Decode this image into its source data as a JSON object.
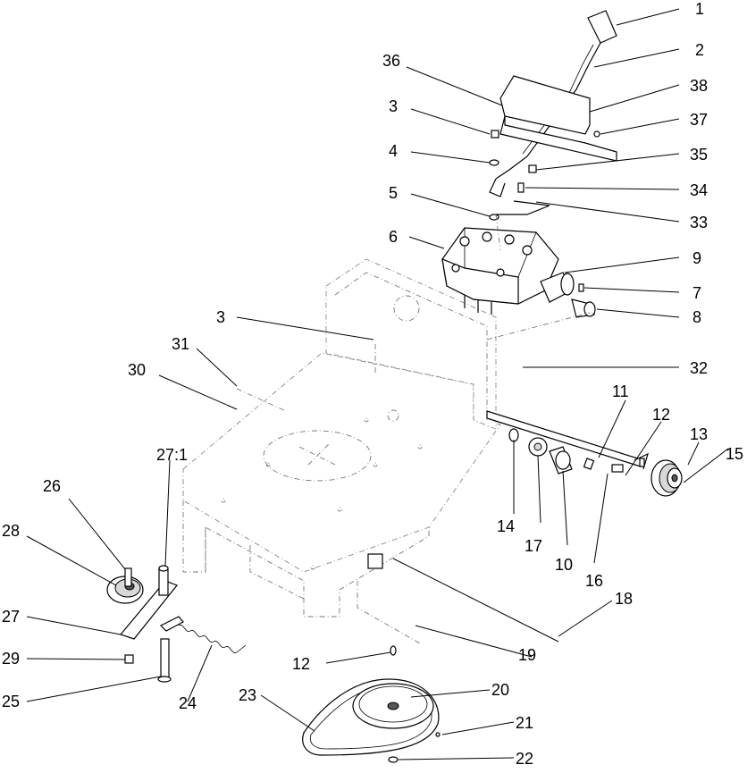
{
  "diagram": {
    "callouts": [
      {
        "id": "c1",
        "label": "1"
      },
      {
        "id": "c2",
        "label": "2"
      },
      {
        "id": "c36",
        "label": "36"
      },
      {
        "id": "c38",
        "label": "38"
      },
      {
        "id": "c3a",
        "label": "3"
      },
      {
        "id": "c37",
        "label": "37"
      },
      {
        "id": "c4",
        "label": "4"
      },
      {
        "id": "c35",
        "label": "35"
      },
      {
        "id": "c34",
        "label": "34"
      },
      {
        "id": "c5",
        "label": "5"
      },
      {
        "id": "c33",
        "label": "33"
      },
      {
        "id": "c6",
        "label": "6"
      },
      {
        "id": "c9",
        "label": "9"
      },
      {
        "id": "c7",
        "label": "7"
      },
      {
        "id": "c8",
        "label": "8"
      },
      {
        "id": "c3b",
        "label": "3"
      },
      {
        "id": "c31",
        "label": "31"
      },
      {
        "id": "c32",
        "label": "32"
      },
      {
        "id": "c30",
        "label": "30"
      },
      {
        "id": "c11",
        "label": "11"
      },
      {
        "id": "c12a",
        "label": "12"
      },
      {
        "id": "c13",
        "label": "13"
      },
      {
        "id": "c15",
        "label": "15"
      },
      {
        "id": "c271",
        "label": "27:1"
      },
      {
        "id": "c26",
        "label": "26"
      },
      {
        "id": "c28",
        "label": "28"
      },
      {
        "id": "c14",
        "label": "14"
      },
      {
        "id": "c17",
        "label": "17"
      },
      {
        "id": "c10",
        "label": "10"
      },
      {
        "id": "c16",
        "label": "16"
      },
      {
        "id": "c18",
        "label": "18"
      },
      {
        "id": "c27",
        "label": "27"
      },
      {
        "id": "c19",
        "label": "19"
      },
      {
        "id": "c29",
        "label": "29"
      },
      {
        "id": "c12b",
        "label": "12"
      },
      {
        "id": "c20",
        "label": "20"
      },
      {
        "id": "c25",
        "label": "25"
      },
      {
        "id": "c23",
        "label": "23"
      },
      {
        "id": "c24",
        "label": "24"
      },
      {
        "id": "c21",
        "label": "21"
      },
      {
        "id": "c22",
        "label": "22"
      }
    ]
  }
}
